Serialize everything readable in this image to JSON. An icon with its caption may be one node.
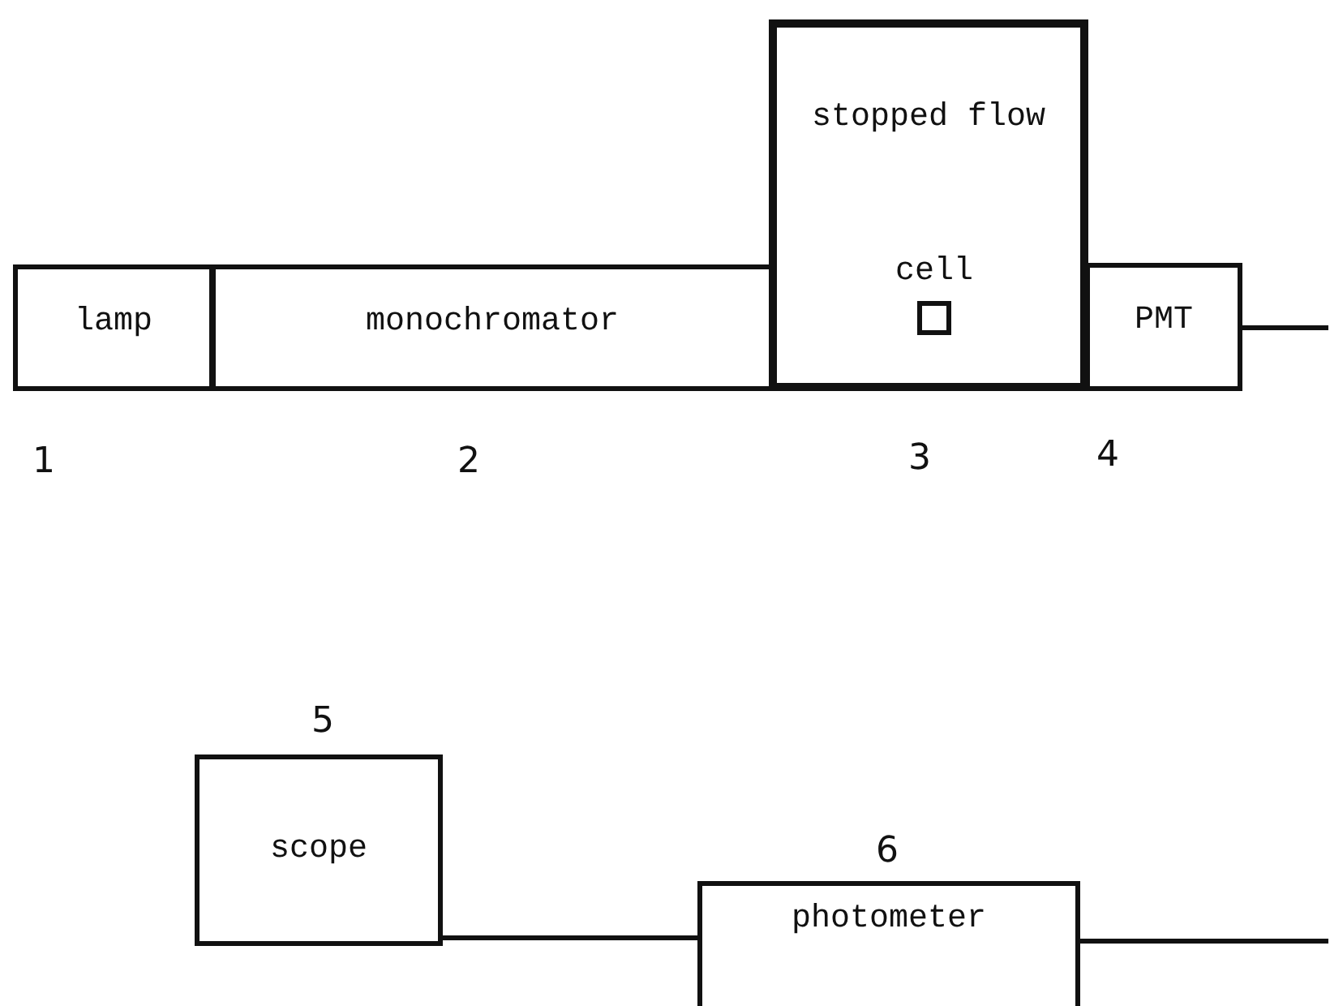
{
  "diagram": {
    "nodes": [
      {
        "text": [
          "lamp"
        ],
        "beside": [
          "1"
        ]
      },
      {
        "text": [
          "monochromator"
        ],
        "beside": [
          "2"
        ]
      },
      {
        "text": [
          "stopped flow"
        ],
        "beside": [
          "3"
        ]
      },
      {
        "text": [
          "cell"
        ],
        "in": 2
      },
      {
        "text": [
          "PMT"
        ],
        "beside": [
          "4"
        ]
      },
      {
        "text": [
          "scope"
        ],
        "beside": [
          "5"
        ]
      },
      {
        "text": [
          "photometer"
        ],
        "beside": [
          "6"
        ]
      }
    ],
    "edges": [
      {
        "from": 4,
        "to": null,
        "arrow": "none"
      },
      {
        "from": 5,
        "to": 6,
        "arrow": "none"
      },
      {
        "from": 6,
        "to": null,
        "arrow": "none"
      }
    ]
  }
}
